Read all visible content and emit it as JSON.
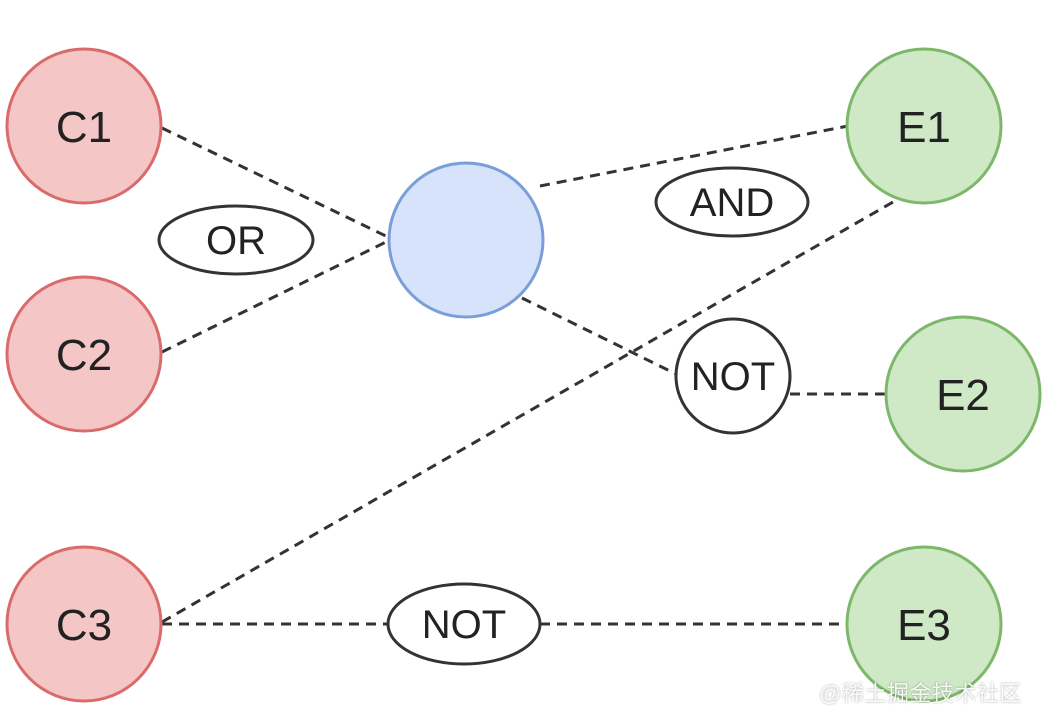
{
  "colors": {
    "cause_fill": "#f5c6c6",
    "cause_stroke": "#d96b6b",
    "effect_fill": "#cfe8c6",
    "effect_stroke": "#7db86a",
    "intermediate_fill": "#d6e3fa",
    "intermediate_stroke": "#7a9fd8",
    "line": "#333333"
  },
  "causes": [
    "C1",
    "C2",
    "C3"
  ],
  "effects": [
    "E1",
    "E2",
    "E3"
  ],
  "gates": {
    "or": "OR",
    "and": "AND",
    "not_middle": "NOT",
    "not_bottom": "NOT"
  },
  "watermark": "@稀土掘金技术社区"
}
